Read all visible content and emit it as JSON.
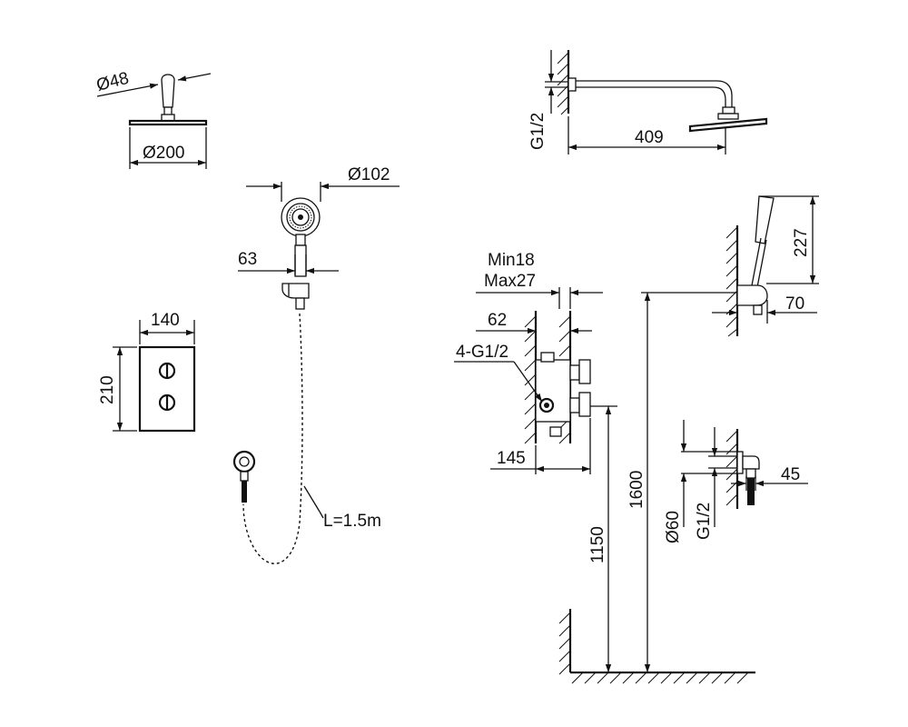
{
  "labels": {
    "dia48": "Ø48",
    "dia200": "Ø200",
    "dia102": "Ø102",
    "dim63": "63",
    "dim140": "140",
    "dim210": "210",
    "hose_length": "L=1.5m",
    "g12_top": "G1/2",
    "dim409": "409",
    "min18": "Min18",
    "max27": "Max27",
    "dim62": "62",
    "four_g12": "4-G1/2",
    "dim145": "145",
    "dim1150": "1150",
    "dim1600": "1600",
    "dim227": "227",
    "dim70": "70",
    "dia60": "Ø60",
    "g12_outlet": "G1/2",
    "dim45": "45"
  }
}
